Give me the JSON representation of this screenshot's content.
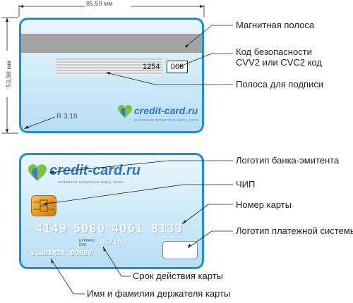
{
  "dimensions": {
    "width": "85,59 мм",
    "height": "53,98 мм",
    "radius": "R 3,18"
  },
  "back_card": {
    "signature_number": "1254",
    "cvv": "060",
    "logo_text": "credit-card.ru",
    "logo_tagline": "выбираем кредитную карту легко"
  },
  "front_card": {
    "logo_text": "credit-card.ru",
    "logo_tagline": "выбираем кредитную карту легко",
    "card_number": [
      "4149",
      "5080",
      "4061",
      "8133"
    ],
    "expires_label_line1": "EXPIRES",
    "expires_label_line2": "END",
    "expiry": "05/18",
    "holder_first": "VLADIMIR",
    "holder_last": "DONEV"
  },
  "callouts": {
    "magnetic_stripe": "Магнитная полоса",
    "security_code_line1": "Код безопасности",
    "security_code_line2": "CVV2 или CVC2 код",
    "signature_strip": "Полоса для подписи",
    "issuer_logo": "Логотип банка-эмитента",
    "chip": "ЧИП",
    "card_number": "Номер карты",
    "payment_system_logo": "Логотип платежной системы",
    "expiry": "Срок действия карты",
    "holder_name": "Имя и фамилия держателя карты"
  },
  "colors": {
    "card_border": "#1e8fd6",
    "logo_blue": "#2a76c8",
    "logo_green": "#7fc242",
    "chip_gold": "#e39620"
  }
}
